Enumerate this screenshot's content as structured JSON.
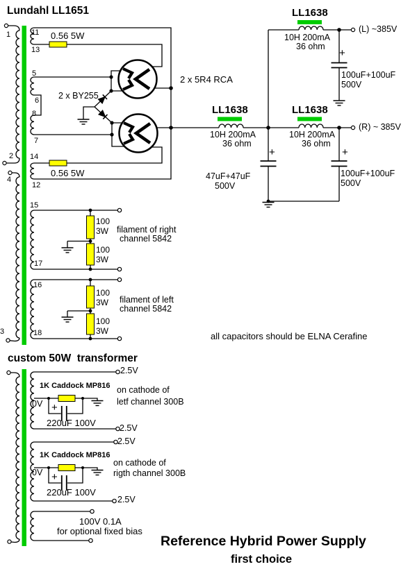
{
  "t1": {
    "title": "Lundahl LL1651",
    "res_top": "0.56 5W",
    "res_bot": "0.56 5W",
    "term": {
      "p1": "1",
      "p2": "2",
      "p4": "4",
      "p3": "3",
      "s11": "11",
      "s13": "13",
      "s5": "5",
      "s6": "6",
      "s8": "8",
      "s7": "7",
      "s14": "14",
      "s12": "12",
      "s15": "15",
      "s17": "17",
      "s16": "16",
      "s18": "18"
    },
    "fil_res_val": "100",
    "fil_res_pwr": "3W",
    "fil_right_1": "filament of right",
    "fil_right_2": "channel 5842",
    "fil_left_1": "filament of left",
    "fil_left_2": "channel 5842"
  },
  "rect": {
    "tubes": "2 x 5R4 RCA",
    "diodes": "2 x BY255"
  },
  "choke": {
    "name": "LL1638",
    "spec1": "10H 200mA",
    "spec2": "36 ohm"
  },
  "out": {
    "left": "(L) ~385V",
    "right": "(R) ~ 385V"
  },
  "caps": {
    "plus": "+",
    "c100": "100uF+100uF",
    "c47": "47uF+47uF",
    "v500": "500V"
  },
  "note": "all capacitors should be ELNA Cerafine",
  "t2": {
    "title": "custom 50W  transformer",
    "v25": "2.5V",
    "v0": "0V",
    "res": "1K Caddock MP816",
    "cap": "220uF 100V",
    "left_1": "on cathode of",
    "left_2": "letf channel 300B",
    "right_1": "on cathode of",
    "right_2": "rigth channel 300B",
    "bias_1": "100V 0.1A",
    "bias_2": "for optional fixed bias"
  },
  "footer": {
    "title": "Reference Hybrid Power Supply",
    "subtitle": "first choice"
  },
  "colors": {
    "core_green": "#00CC00",
    "resistor_yellow": "#FFFF00"
  }
}
